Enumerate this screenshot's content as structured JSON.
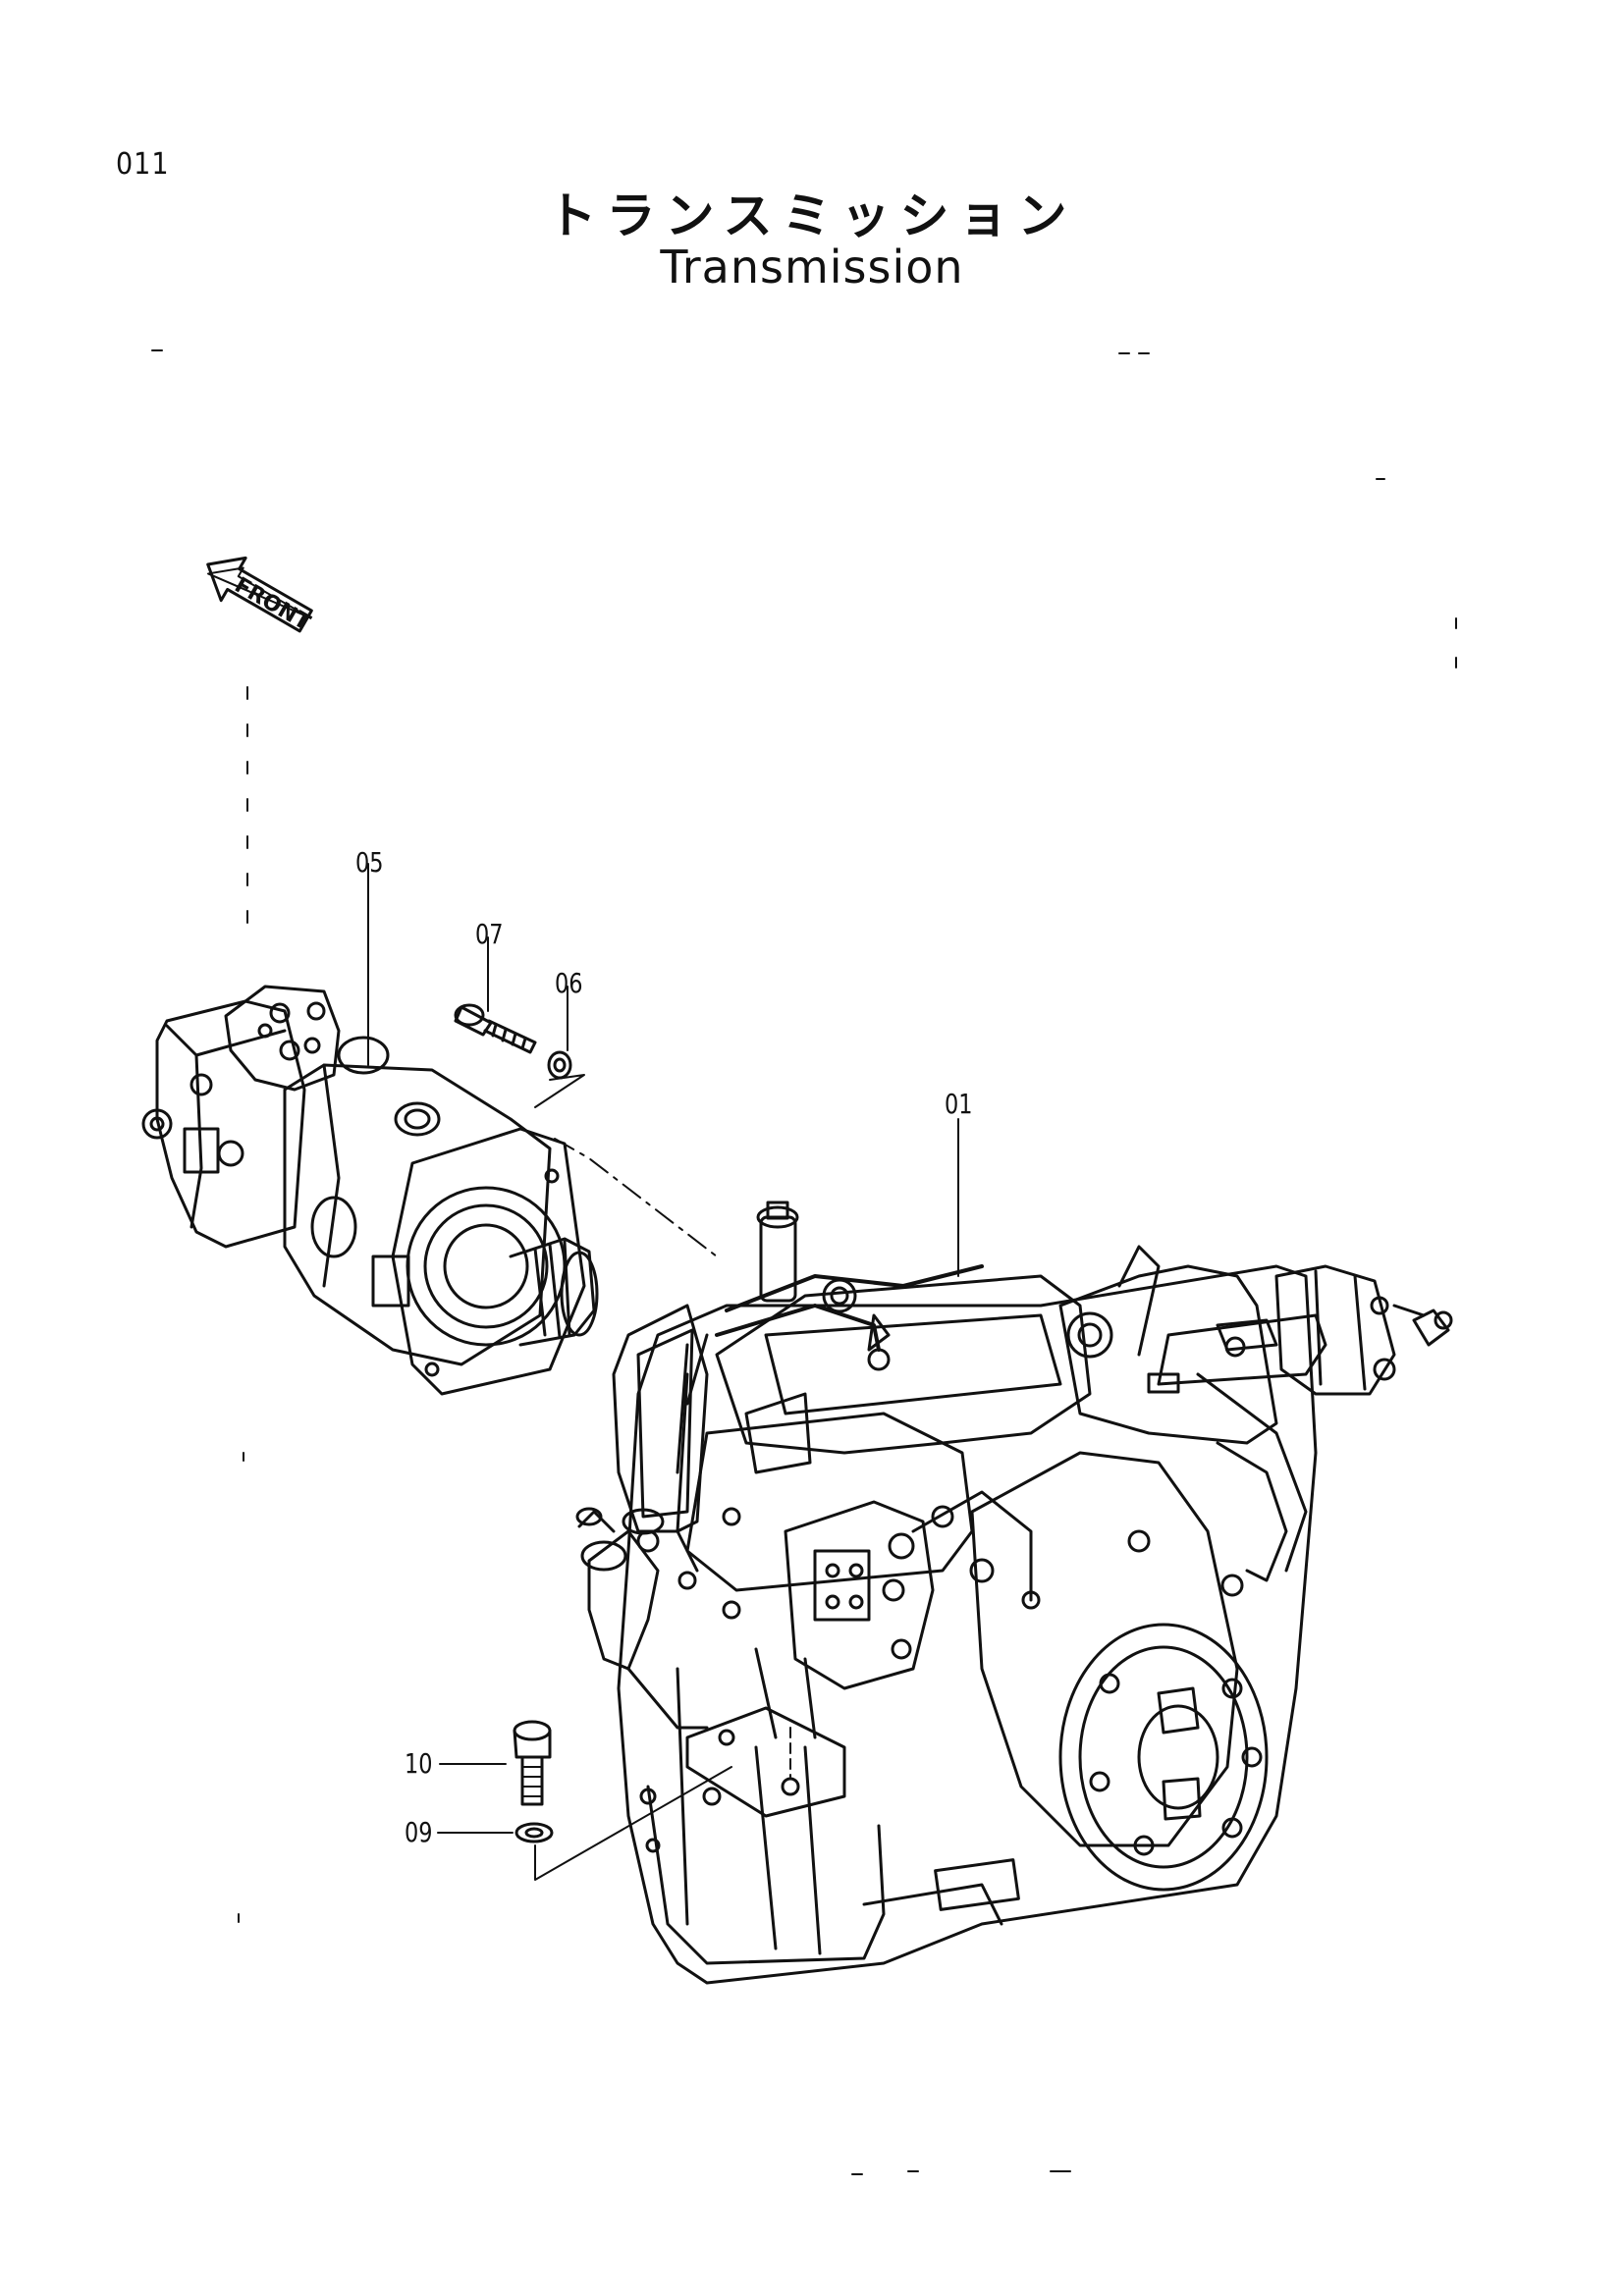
{
  "page_number": "011",
  "title_ja": "トランスミッション",
  "title_en": "Transmission",
  "front_label": "FRONT",
  "callouts": {
    "c01": "01",
    "c05": "05",
    "c06": "06",
    "c07": "07",
    "c09": "09",
    "c10": "10"
  }
}
